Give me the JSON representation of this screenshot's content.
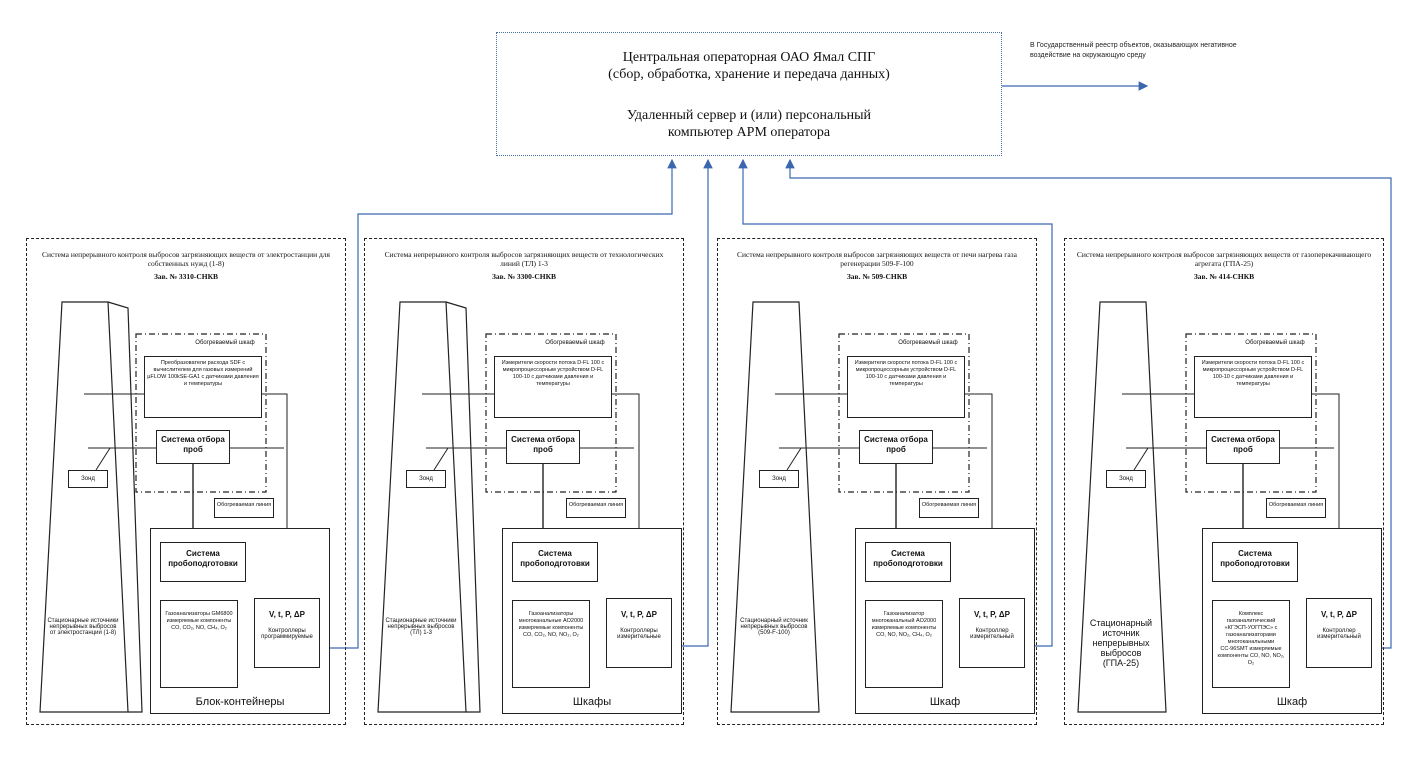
{
  "central": {
    "line1": "Центральная операторная ОАО Ямал СПГ",
    "line2": "(сбор, обработка, хранение и передача данных)",
    "line3": "Удаленный сервер и (или) персональный",
    "line4": "компьютер АРМ оператора"
  },
  "note": "В Государственный реестр объектов, оказывающих негативное воздействие на окружающую среду",
  "systems": [
    {
      "title": "Система непрерывного контроля выбросов загрязняющих веществ от электростанции для собственных нужд (1-8)",
      "zav": "Зав. № 3310-СНКВ",
      "cabinet_label": "Обогреваемый шкаф",
      "flow_box": "Преобразователи расхода SDF с вычислителем для газовых измерений µFLOW 100kSE-GA1 с датчиками давления и температуры",
      "sampling": "Система отбора проб",
      "probe": "Зонд",
      "heated_line": "Обогреваемая линия",
      "prep": "Система пробоподготовки",
      "analyzer": "Газоанализаторы GM6800 измеряемые компоненты CO, CO₂, NO, CH₄, O₂",
      "controller_vars": "V, t, P, ΔP",
      "controller": "Контроллеры программируемые",
      "source": "Стационарные источники непрерывных выбросов от электростанции (1-8)",
      "enclosure": "Блок-контейнеры"
    },
    {
      "title": "Система непрерывного контроля выбросов загрязняющих веществ от технологических линий (ТЛ) 1-3",
      "zav": "Зав. № 3300-СНКВ",
      "cabinet_label": "Обогреваемый шкаф",
      "flow_box": "Измерители скорости потока D-FL 100 с микропроцессорным устройством D-FL 100-10 с датчиками давления и температуры",
      "sampling": "Система отбора проб",
      "probe": "Зонд",
      "heated_line": "Обогреваемая линия",
      "prep": "Система пробоподготовки",
      "analyzer": "Газоанализаторы многоканальные AO2000 измеряемые компоненты CO, CO₂, NO, NO₂, O₂",
      "controller_vars": "V, t, P, ΔP",
      "controller": "Контроллеры измерительные",
      "source": "Стационарные источники непрерывных выбросов (ТЛ) 1-3",
      "enclosure": "Шкафы"
    },
    {
      "title": "Система непрерывного контроля выбросов загрязняющих веществ от печи нагрева газа регенерации 509-F-100",
      "zav": "Зав. № 509-СНКВ",
      "cabinet_label": "Обогреваемый шкаф",
      "flow_box": "Измерители скорости потока D-FL 100 с микропроцессорным устройством D-FL 100-10 с датчиками давления и температуры",
      "sampling": "Система отбора проб",
      "probe": "Зонд",
      "heated_line": "Обогреваемая линия",
      "prep": "Система пробоподготовки",
      "analyzer": "Газоанализатор многоканальный AO2000 измеряемые компоненты CO, NO, NO₂, CH₄, O₂",
      "controller_vars": "V, t, P, ΔP",
      "controller": "Контроллер измерительный",
      "source": "Стационарный источник непрерывных выбросов (509-F-100)",
      "enclosure": "Шкаф"
    },
    {
      "title": "Система непрерывного контроля выбросов загрязняющих веществ от газоперекачивающего агрегата (ГПА-25)",
      "zav": "Зав. № 414-СНКВ",
      "cabinet_label": "Обогреваемый шкаф",
      "flow_box": "Измерители скорости потока D-FL 100 с микропроцессорным устройством D-FL 100-10 с датчиками давления и температуры",
      "sampling": "Система отбора проб",
      "probe": "Зонд",
      "heated_line": "Обогреваемая линия",
      "prep": "Система пробоподготовки",
      "analyzer": "Комплекс газоаналитический «КГЭСП-УОГПЭС» с газоанализаторами многоканальными СС-96SMT измеряемые компоненты CO, NO, NO₂, O₂",
      "controller_vars": "V, t, P, ΔP",
      "controller": "Контроллер измерительный",
      "source": "Стационарный источник непрерывных выбросов (ГПА-25)",
      "enclosure": "Шкаф"
    }
  ]
}
